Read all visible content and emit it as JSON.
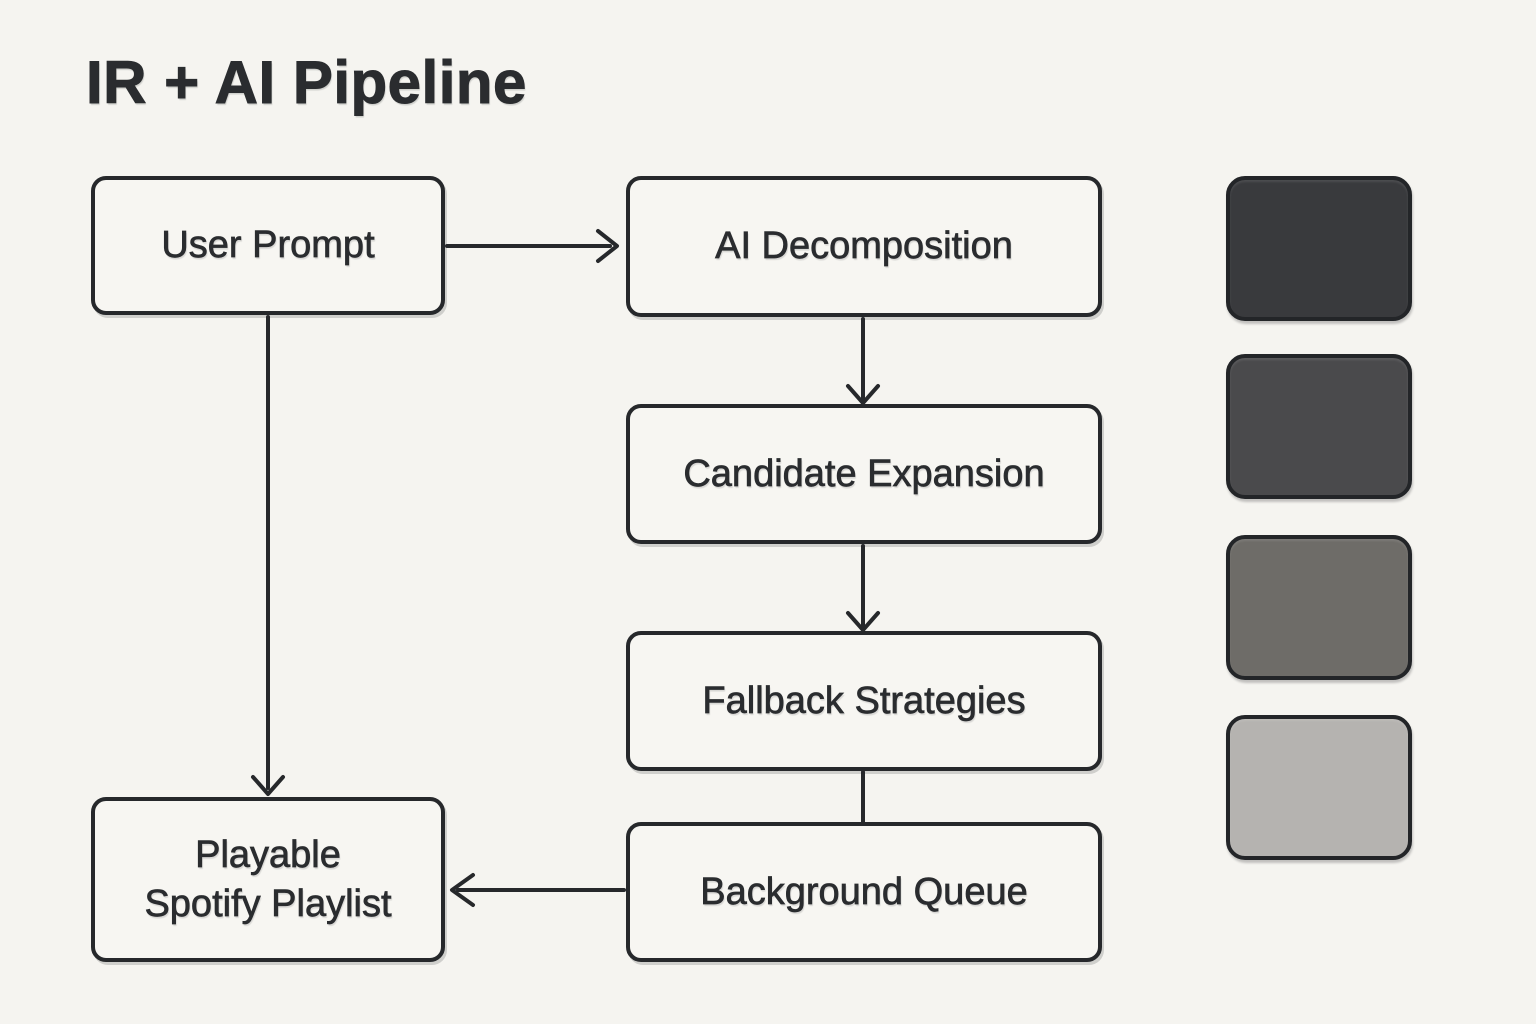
{
  "title": "IR + AI Pipeline",
  "diagram": {
    "nodes": [
      {
        "id": "user-prompt",
        "label": "User Prompt"
      },
      {
        "id": "ai-decomposition",
        "label": "AI Decomposition"
      },
      {
        "id": "candidate-expansion",
        "label": "Candidate Expansion"
      },
      {
        "id": "fallback-strategies",
        "label": "Fallback Strategies"
      },
      {
        "id": "background-queue",
        "label": "Background Queue"
      },
      {
        "id": "playable-spotify-playlist",
        "label": "Playable\nSpotify Playlist"
      }
    ],
    "edges": [
      {
        "from": "user-prompt",
        "to": "ai-decomposition",
        "arrowhead": true
      },
      {
        "from": "ai-decomposition",
        "to": "candidate-expansion",
        "arrowhead": true
      },
      {
        "from": "candidate-expansion",
        "to": "fallback-strategies",
        "arrowhead": true
      },
      {
        "from": "fallback-strategies",
        "to": "background-queue",
        "arrowhead": false
      },
      {
        "from": "background-queue",
        "to": "playable-spotify-playlist",
        "arrowhead": true
      },
      {
        "from": "user-prompt",
        "to": "playable-spotify-playlist",
        "arrowhead": true
      }
    ]
  },
  "palette_swatches": [
    {
      "name": "dark-charcoal",
      "color": "#393a3d"
    },
    {
      "name": "charcoal",
      "color": "#4a4a4c"
    },
    {
      "name": "medium-gray",
      "color": "#6e6c68"
    },
    {
      "name": "light-gray",
      "color": "#b5b3b0"
    }
  ],
  "colors": {
    "background": "#f5f4f0",
    "node_fill": "#f7f6f2",
    "stroke": "#26282b",
    "text": "#2a2c2f",
    "swatch_border": "#232528"
  }
}
